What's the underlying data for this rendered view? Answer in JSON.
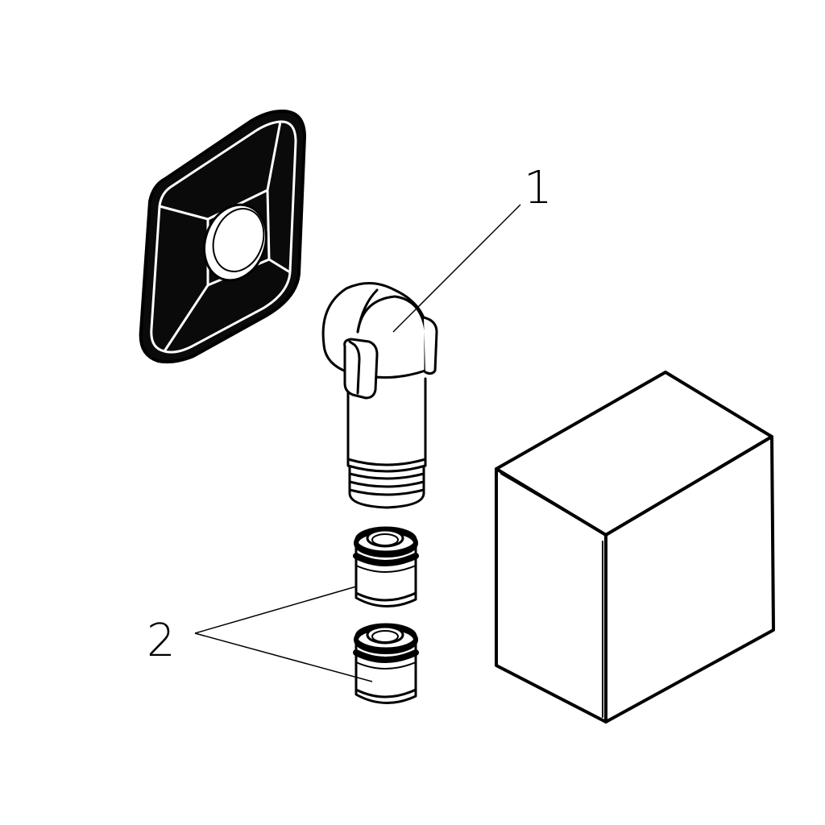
{
  "colors": {
    "ink": "#000000",
    "paper": "#ffffff"
  },
  "callouts": [
    {
      "number": "1",
      "refers_to": "elbow-connector"
    },
    {
      "number": "2",
      "refers_to": "adapter-nuts"
    }
  ],
  "parts": [
    "wall-rosette",
    "elbow-connector",
    "adapter-nut",
    "adapter-nut",
    "cover-cube"
  ]
}
